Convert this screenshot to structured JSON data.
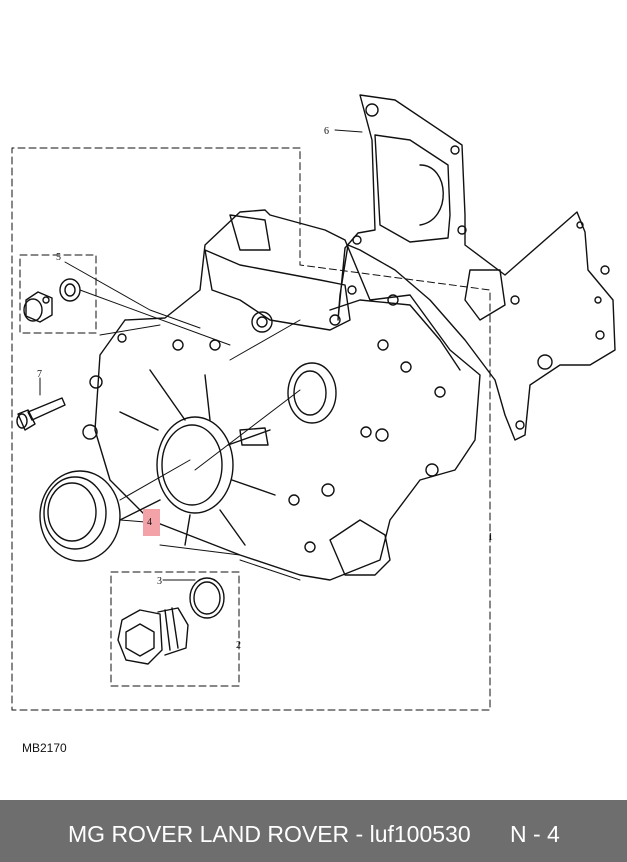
{
  "diagram": {
    "callouts": [
      "1",
      "2",
      "3",
      "4",
      "5",
      "6",
      "7"
    ],
    "highlight_color": "#f3a3a8",
    "drawing_code": "MB2170"
  },
  "footer": {
    "title": "MG ROVER LAND ROVER - luf100530",
    "page": "N - 4",
    "background": "#6e6e6e"
  }
}
